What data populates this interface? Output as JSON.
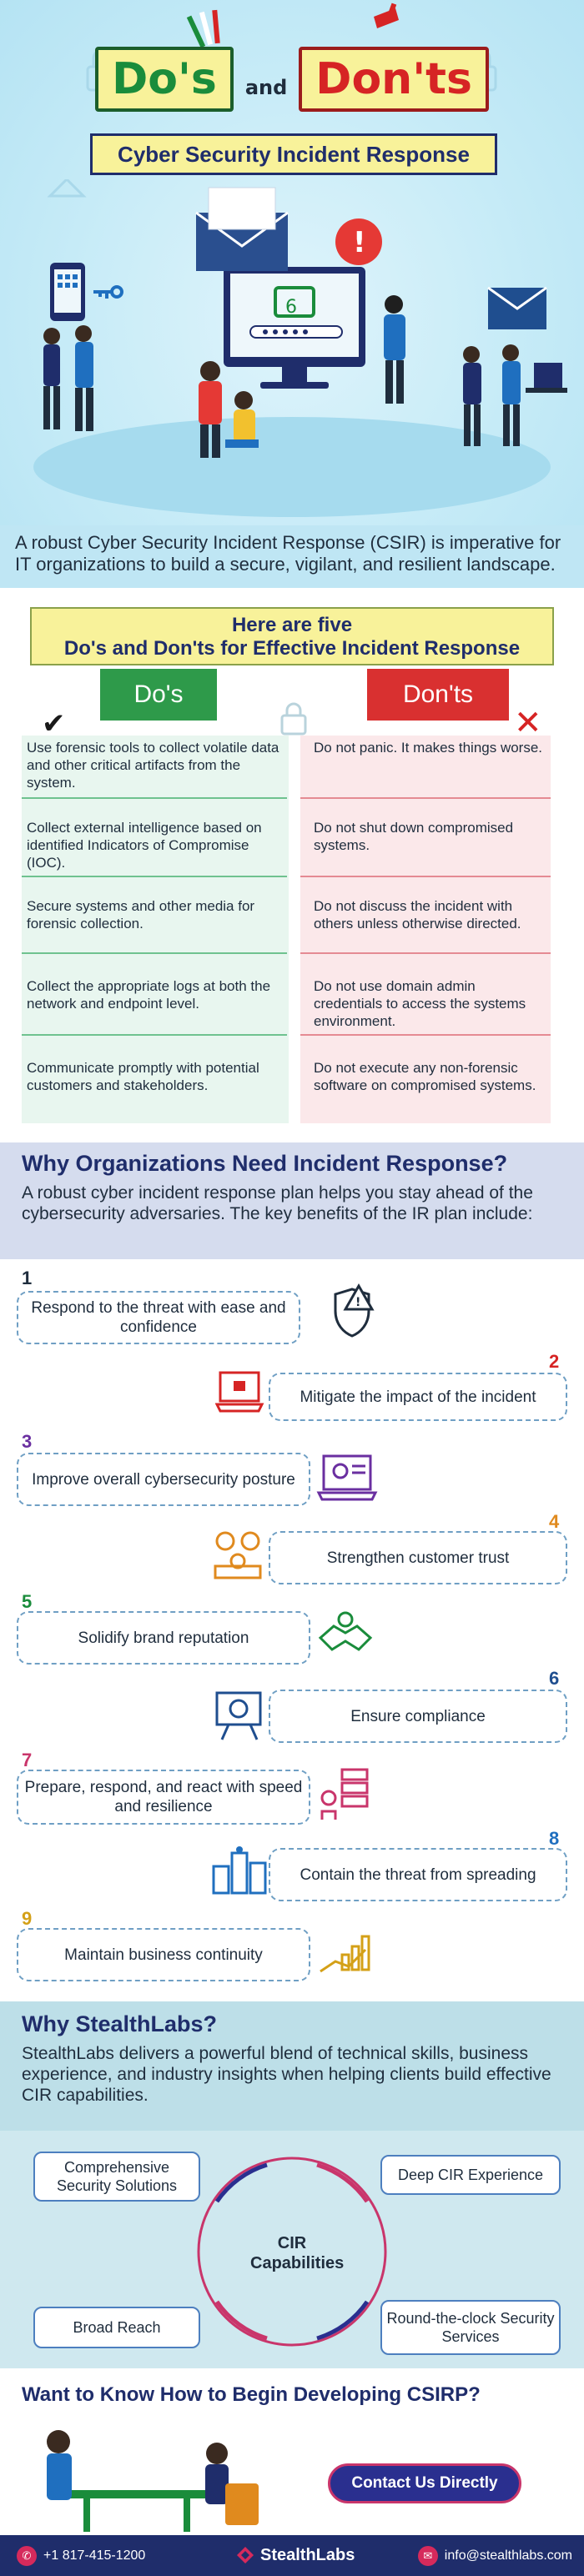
{
  "hero": {
    "dos": "Do's",
    "and": "and",
    "donts": "Don'ts",
    "subtitle": "Cyber Security Incident Response"
  },
  "intro": {
    "text": "A robust Cyber Security Incident Response (CSIR) is imperative for IT organizations to build a secure, vigilant, and resilient landscape."
  },
  "five": {
    "line1": "Here are five",
    "line2": "Do's and Don'ts for Effective Incident Response"
  },
  "dd": {
    "dos_header": "Do's",
    "donts_header": "Don'ts",
    "dos": [
      "Use forensic tools to collect volatile data and other critical artifacts from the system.",
      "Collect external intelligence based on identified Indicators of Compromise (IOC).",
      "Secure systems and other media for forensic collection.",
      "Collect the appropriate logs at both the network and endpoint level.",
      "Communicate promptly with potential customers and stakeholders."
    ],
    "donts": [
      "Do not panic. It makes things worse.",
      "Do not shut down compromised systems.",
      "Do not discuss the incident with others unless otherwise directed.",
      "Do not use domain admin credentials to access the systems environment.",
      "Do not execute any non-forensic software on compromised systems."
    ]
  },
  "why_ir": {
    "title": "Why Organizations Need Incident Response?",
    "desc": "A robust cyber incident response plan helps you stay ahead of the cybersecurity adversaries. The key benefits of the IR plan include:",
    "benefits": [
      {
        "num": "1",
        "text": "Respond to the threat with ease and confidence",
        "color": "#1f2d3d"
      },
      {
        "num": "2",
        "text": "Mitigate the impact of the incident",
        "color": "#d62424"
      },
      {
        "num": "3",
        "text": "Improve overall cybersecurity posture",
        "color": "#6a2fa0"
      },
      {
        "num": "4",
        "text": "Strengthen customer trust",
        "color": "#e08a1e"
      },
      {
        "num": "5",
        "text": "Solidify brand reputation",
        "color": "#1a8c3b"
      },
      {
        "num": "6",
        "text": "Ensure compliance",
        "color": "#1f4e8f"
      },
      {
        "num": "7",
        "text": "Prepare, respond, and react with speed and resilience",
        "color": "#c9356b"
      },
      {
        "num": "8",
        "text": "Contain the threat from spreading",
        "color": "#1f6fbf"
      },
      {
        "num": "9",
        "text": "Maintain business continuity",
        "color": "#d4a017"
      }
    ]
  },
  "why_sl": {
    "title": "Why StealthLabs?",
    "desc": "StealthLabs delivers a powerful blend of technical skills, business experience, and industry insights when helping clients build effective CIR capabilities.",
    "center": "CIR Capabilities",
    "caps": [
      "Comprehensive Security Solutions",
      "Deep CIR Experience",
      "Broad Reach",
      "Round-the-clock Security Services"
    ]
  },
  "cta": {
    "title": "Want to Know How to Begin Developing CSIRP?",
    "button": "Contact Us Directly"
  },
  "footer": {
    "phone": "+1 817-415-1200",
    "logo": "StealthLabs",
    "email": "info@stealthlabs.com"
  }
}
